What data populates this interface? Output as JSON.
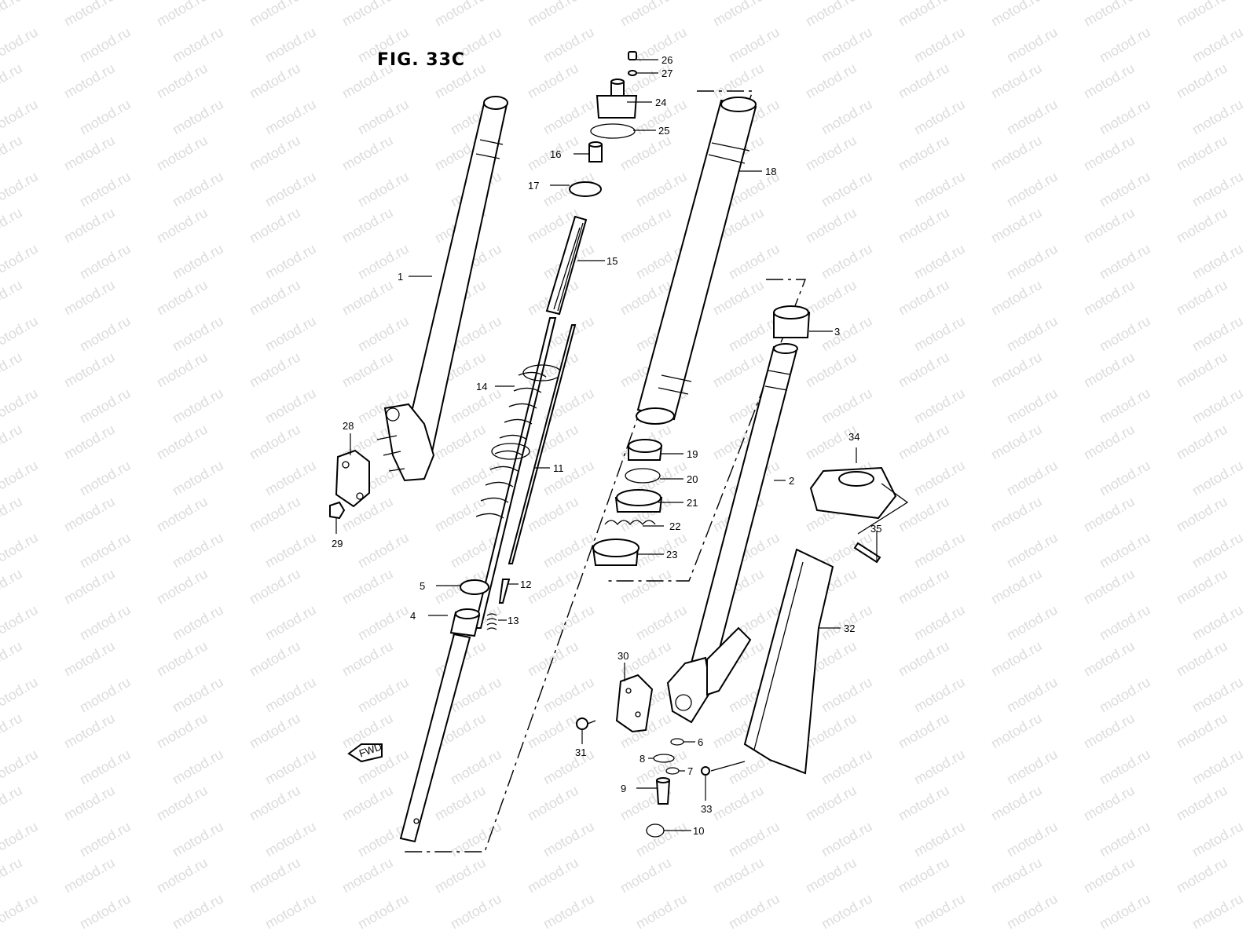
{
  "figure": {
    "title": "FIG. 33C"
  },
  "watermark": "motod.ru",
  "direction_badge": "FWD",
  "callouts": [
    "1",
    "2",
    "3",
    "4",
    "5",
    "6",
    "7",
    "8",
    "9",
    "10",
    "11",
    "12",
    "13",
    "14",
    "15",
    "16",
    "17",
    "18",
    "19",
    "20",
    "21",
    "22",
    "23",
    "24",
    "25",
    "26",
    "27",
    "28",
    "29",
    "30",
    "31",
    "32",
    "33",
    "34",
    "35"
  ],
  "colors": {
    "line": "#000000",
    "watermark": "#dcdcdc",
    "background": "#ffffff"
  }
}
